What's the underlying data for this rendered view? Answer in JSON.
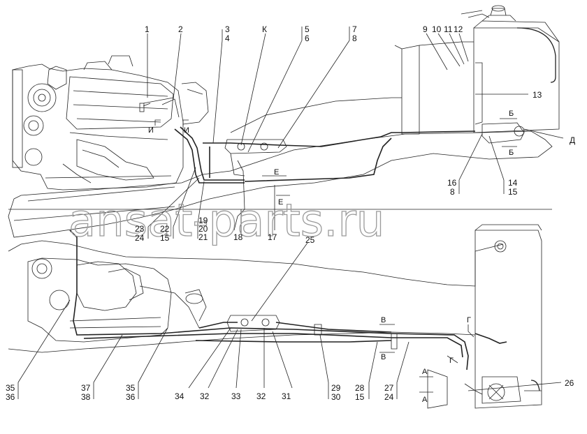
{
  "watermark": "ansat-parts.ru",
  "corner_mark": "",
  "callouts_top": {
    "n1": "1",
    "n2": "2",
    "n3": "3",
    "n4": "4",
    "K": "К",
    "n5": "5",
    "n6": "6",
    "n7": "7",
    "n8": "8",
    "n9": "9",
    "n10": "10",
    "n11": "11",
    "n12": "12",
    "n13": "13",
    "D": "Д",
    "n16": "16",
    "n8b": "8",
    "n14": "14",
    "n15": "15",
    "n23": "23",
    "n24": "24",
    "n22": "22",
    "n15b": "15",
    "n19": "19",
    "n20": "20",
    "n21": "21",
    "n18": "18",
    "n17": "17"
  },
  "section_marks_top": {
    "I1": "И",
    "I2": "И",
    "B1": "Б",
    "B2": "Б",
    "E1": "Е",
    "E2": "Е"
  },
  "callouts_bottom": {
    "n25": "25",
    "n35a": "35",
    "n36a": "36",
    "n37": "37",
    "n38": "38",
    "n35b": "35",
    "n36b": "36",
    "n34": "34",
    "n32a": "32",
    "n33": "33",
    "n32b": "32",
    "n31": "31",
    "n29": "29",
    "n30": "30",
    "n28": "28",
    "n15": "15",
    "n27": "27",
    "n24": "24",
    "n26": "26"
  },
  "section_marks_bottom": {
    "V1": "В",
    "V2": "В",
    "G1": "Г",
    "G2": "Г",
    "A1": "А",
    "A2": "А"
  }
}
